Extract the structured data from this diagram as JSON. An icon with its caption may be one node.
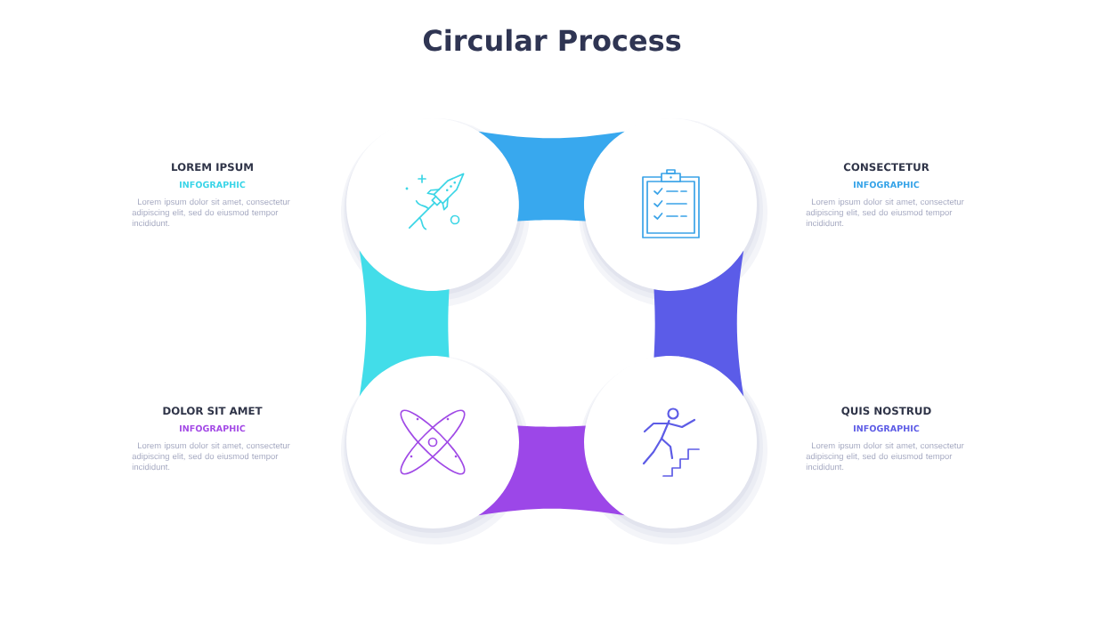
{
  "diagram": {
    "title": "Circular Process",
    "nodes": [
      {
        "text": [],
        "shape": "circle",
        "beside": [
          "LOREM IPSUM",
          "INFOGRAPHIC",
          "Lorem ipsum dolor sit amet, consectetur adipiscing elit, sed do eiusmod tempor incididunt."
        ]
      },
      {
        "text": [],
        "shape": "circle",
        "beside": [
          "CONSECTETUR",
          "INFOGRAPHIC",
          "Lorem ipsum dolor sit amet, consectetur adipiscing elit, sed do eiusmod tempor incididunt."
        ]
      },
      {
        "text": [],
        "shape": "circle",
        "beside": [
          "DOLOR SIT AMET",
          "INFOGRAPHIC",
          "Lorem ipsum dolor sit amet, consectetur adipiscing elit, sed do eiusmod tempor incididunt."
        ]
      },
      {
        "text": [],
        "shape": "circle",
        "beside": [
          "QUIS NOSTRUD",
          "INFOGRAPHIC",
          "Lorem ipsum dolor sit amet, consectetur adipiscing elit, sed do eiusmod tempor incididunt."
        ]
      }
    ],
    "edges": [
      {
        "from": 0,
        "to": 1,
        "arrow": "none",
        "style": "thick",
        "color": "#38a8ee"
      },
      {
        "from": 1,
        "to": 3,
        "arrow": "none",
        "style": "thick",
        "color": "#5b5ce8"
      },
      {
        "from": 3,
        "to": 2,
        "arrow": "none",
        "style": "thick",
        "color": "#9c47e8"
      },
      {
        "from": 2,
        "to": 0,
        "arrow": "none",
        "style": "thick",
        "color": "#42dde9"
      }
    ]
  }
}
